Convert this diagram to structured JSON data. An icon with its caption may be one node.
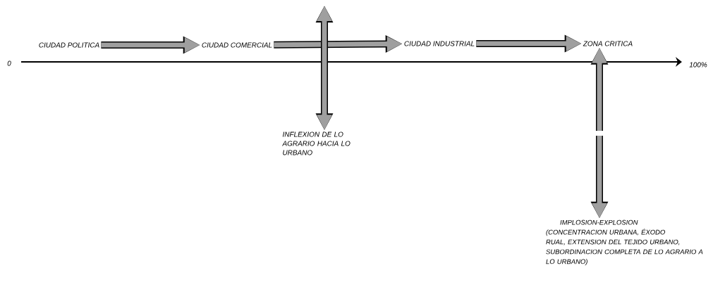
{
  "diagram": {
    "nodes": [
      {
        "text": [
          "CIUDAD POLITICA"
        ]
      },
      {
        "text": [
          "CIUDAD COMERCIAL"
        ]
      },
      {
        "text": [
          "CIUDAD INDUSTRIAL"
        ]
      },
      {
        "text": [
          "ZONA CRITICA"
        ]
      },
      {
        "text": [
          "INFLEXION DE LO AGRARIO HACIA LO URBANO"
        ]
      },
      {
        "text": [
          "IMPLOSION-EXPLOSION",
          "(CONCENTRACION URBANA, ÉXODO RUAL, EXTENSION DEL TEJIDO URBANO, SUBORDINACION COMPLETA DE LO AGRARIO A LO URBANO)"
        ]
      }
    ],
    "edges": [
      {
        "from": 0,
        "to": 1,
        "arrow": "to"
      },
      {
        "from": 1,
        "to": 2,
        "arrow": "to"
      },
      {
        "from": 2,
        "to": 3,
        "arrow": "to"
      },
      {
        "from": null,
        "to": 4,
        "arrow": "both"
      },
      {
        "from": null,
        "to": 3,
        "arrow": "to"
      },
      {
        "from": null,
        "to": 5,
        "arrow": "to"
      }
    ],
    "labels": [
      "0",
      "100%"
    ]
  }
}
